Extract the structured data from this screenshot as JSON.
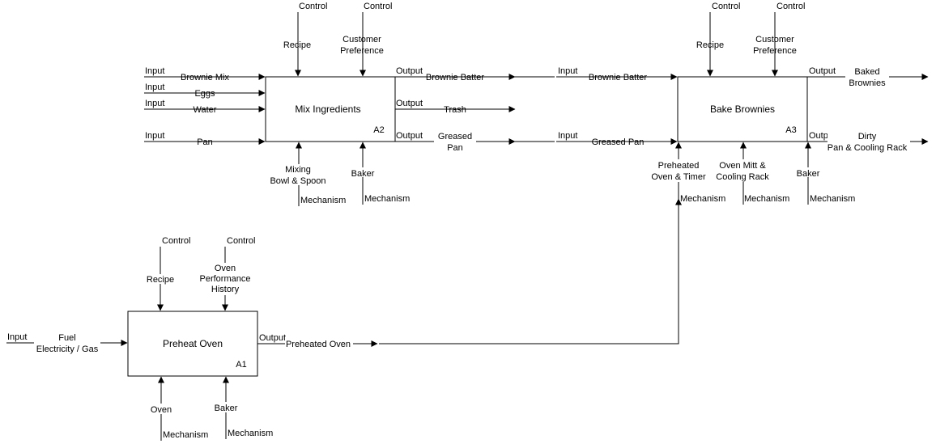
{
  "colors": {
    "stroke": "#000000",
    "background": "#ffffff"
  },
  "boxes": {
    "a1": {
      "title": "Preheat Oven",
      "id": "A1"
    },
    "a2": {
      "title": "Mix Ingredients",
      "id": "A2"
    },
    "a3": {
      "title": "Bake Brownies",
      "id": "A3"
    }
  },
  "roles": {
    "input": "Input",
    "output": "Output",
    "control": "Control",
    "mechanism": "Mechanism"
  },
  "a1": {
    "input_fuel": [
      "Fuel",
      "Electricity / Gas"
    ],
    "control_recipe": [
      "Recipe"
    ],
    "control_history": [
      "Oven",
      "Performance",
      "History"
    ],
    "output_preheated_oven": "Preheated Oven",
    "mechanism_oven": [
      "Oven"
    ],
    "mechanism_baker": [
      "Baker"
    ]
  },
  "a2": {
    "inputs": [
      "Brownie Mix",
      "Eggs",
      "Water",
      "Pan"
    ],
    "control_recipe": [
      "Recipe"
    ],
    "control_preference": [
      "Customer",
      "Preference"
    ],
    "outputs": {
      "brownie_batter": "Brownie Batter",
      "trash": "Trash",
      "greased_pan": [
        "Greased",
        "Pan"
      ]
    },
    "mechanism_bowl": [
      "Mixing",
      "Bowl & Spoon"
    ],
    "mechanism_baker": [
      "Baker"
    ]
  },
  "a3": {
    "inputs": [
      "Brownie Batter",
      "Greased Pan"
    ],
    "control_recipe": [
      "Recipe"
    ],
    "control_preference": [
      "Customer",
      "Preference"
    ],
    "outputs": {
      "baked_brownies": [
        "Baked",
        "Brownies"
      ],
      "dirty": [
        "Dirty",
        "Pan & Cooling Rack"
      ]
    },
    "mechanism_oven_timer": [
      "Preheated",
      "Oven & Timer"
    ],
    "mechanism_mitt": [
      "Oven Mitt &",
      "Cooling Rack"
    ],
    "mechanism_baker": [
      "Baker"
    ]
  }
}
